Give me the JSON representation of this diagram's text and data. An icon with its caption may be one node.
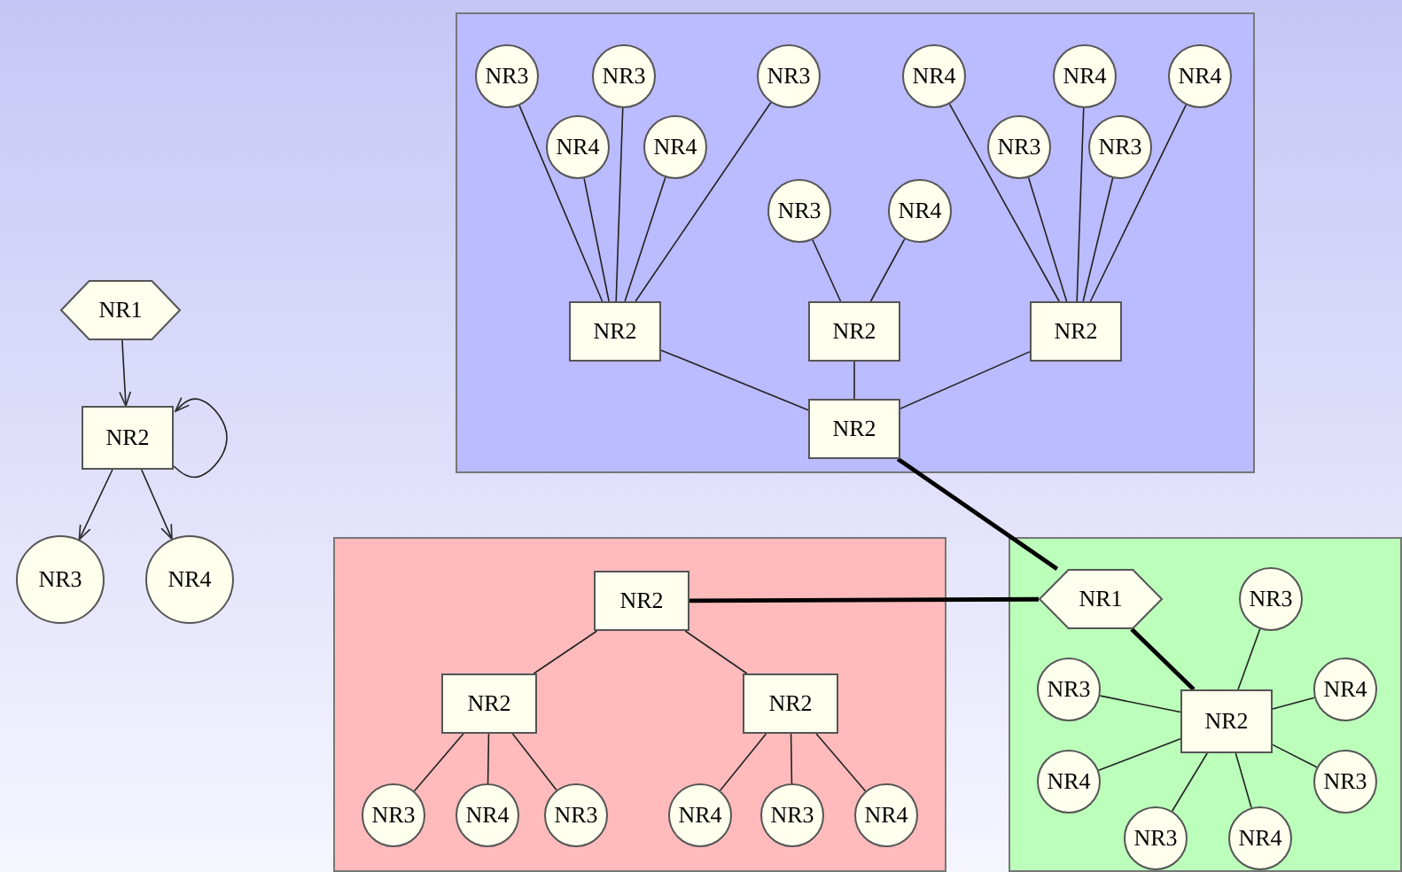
{
  "diagram": {
    "nodes": [
      {
        "text": [
          "NR1"
        ]
      },
      {
        "text": [
          "NR2"
        ]
      },
      {
        "text": [
          "NR3"
        ]
      },
      {
        "text": [
          "NR4"
        ]
      },
      {
        "text": [],
        "shape": "box"
      },
      {
        "text": [
          "NR3"
        ],
        "in": 4
      },
      {
        "text": [
          "NR3"
        ],
        "in": 4
      },
      {
        "text": [
          "NR3"
        ],
        "in": 4
      },
      {
        "text": [
          "NR4"
        ],
        "in": 4
      },
      {
        "text": [
          "NR4"
        ],
        "in": 4
      },
      {
        "text": [
          "NR4"
        ],
        "in": 4
      },
      {
        "text": [
          "NR4"
        ],
        "in": 4
      },
      {
        "text": [
          "NR4"
        ],
        "in": 4
      },
      {
        "text": [
          "NR3"
        ],
        "in": 4
      },
      {
        "text": [
          "NR3"
        ],
        "in": 4
      },
      {
        "text": [
          "NR3"
        ],
        "in": 4
      },
      {
        "text": [
          "NR4"
        ],
        "in": 4
      },
      {
        "text": [
          "NR2"
        ],
        "in": 4
      },
      {
        "text": [
          "NR2"
        ],
        "in": 4
      },
      {
        "text": [
          "NR2"
        ],
        "in": 4
      },
      {
        "text": [
          "NR2"
        ],
        "in": 4
      },
      {
        "text": [],
        "shape": "box"
      },
      {
        "text": [
          "NR2"
        ],
        "in": 21
      },
      {
        "text": [
          "NR2"
        ],
        "in": 21
      },
      {
        "text": [
          "NR2"
        ],
        "in": 21
      },
      {
        "text": [
          "NR3"
        ],
        "in": 21
      },
      {
        "text": [
          "NR4"
        ],
        "in": 21
      },
      {
        "text": [
          "NR3"
        ],
        "in": 21
      },
      {
        "text": [
          "NR4"
        ],
        "in": 21
      },
      {
        "text": [
          "NR3"
        ],
        "in": 21
      },
      {
        "text": [
          "NR4"
        ],
        "in": 21
      },
      {
        "text": [],
        "shape": "box"
      },
      {
        "text": [
          "NR1"
        ],
        "in": 31
      },
      {
        "text": [
          "NR3"
        ],
        "in": 31
      },
      {
        "text": [
          "NR3"
        ],
        "in": 31
      },
      {
        "text": [
          "NR4"
        ],
        "in": 31
      },
      {
        "text": [
          "NR2"
        ],
        "in": 31
      },
      {
        "text": [
          "NR4"
        ],
        "in": 31
      },
      {
        "text": [
          "NR3"
        ],
        "in": 31
      },
      {
        "text": [
          "NR3"
        ],
        "in": 31
      },
      {
        "text": [
          "NR4"
        ],
        "in": 31
      }
    ],
    "edges": [
      {
        "from": 0,
        "to": 1,
        "arrow": "to"
      },
      {
        "from": 1,
        "to": 1,
        "arrow": "to"
      },
      {
        "from": 1,
        "to": 2,
        "arrow": "to"
      },
      {
        "from": 1,
        "to": 3,
        "arrow": "to"
      },
      {
        "from": 20,
        "to": 17,
        "arrow": "none"
      },
      {
        "from": 20,
        "to": 18,
        "arrow": "none"
      },
      {
        "from": 20,
        "to": 19,
        "arrow": "none"
      },
      {
        "from": 17,
        "to": 5,
        "arrow": "none"
      },
      {
        "from": 17,
        "to": 11,
        "arrow": "none"
      },
      {
        "from": 17,
        "to": 6,
        "arrow": "none"
      },
      {
        "from": 17,
        "to": 12,
        "arrow": "none"
      },
      {
        "from": 17,
        "to": 7,
        "arrow": "none"
      },
      {
        "from": 18,
        "to": 15,
        "arrow": "none"
      },
      {
        "from": 18,
        "to": 16,
        "arrow": "none"
      },
      {
        "from": 19,
        "to": 8,
        "arrow": "none"
      },
      {
        "from": 19,
        "to": 13,
        "arrow": "none"
      },
      {
        "from": 19,
        "to": 9,
        "arrow": "none"
      },
      {
        "from": 19,
        "to": 14,
        "arrow": "none"
      },
      {
        "from": 19,
        "to": 10,
        "arrow": "none"
      },
      {
        "from": 22,
        "to": 23,
        "arrow": "none"
      },
      {
        "from": 22,
        "to": 24,
        "arrow": "none"
      },
      {
        "from": 23,
        "to": 25,
        "arrow": "none"
      },
      {
        "from": 23,
        "to": 26,
        "arrow": "none"
      },
      {
        "from": 23,
        "to": 27,
        "arrow": "none"
      },
      {
        "from": 24,
        "to": 28,
        "arrow": "none"
      },
      {
        "from": 24,
        "to": 29,
        "arrow": "none"
      },
      {
        "from": 24,
        "to": 30,
        "arrow": "none"
      },
      {
        "from": 36,
        "to": 33,
        "arrow": "none"
      },
      {
        "from": 36,
        "to": 34,
        "arrow": "none"
      },
      {
        "from": 36,
        "to": 35,
        "arrow": "none"
      },
      {
        "from": 36,
        "to": 37,
        "arrow": "none"
      },
      {
        "from": 36,
        "to": 38,
        "arrow": "none"
      },
      {
        "from": 36,
        "to": 39,
        "arrow": "none"
      },
      {
        "from": 36,
        "to": 40,
        "arrow": "none"
      },
      {
        "from": 20,
        "to": 32,
        "arrow": "none",
        "style": "thick"
      },
      {
        "from": 22,
        "to": 32,
        "arrow": "none",
        "style": "thick"
      },
      {
        "from": 32,
        "to": 36,
        "arrow": "none",
        "style": "thick"
      }
    ]
  }
}
